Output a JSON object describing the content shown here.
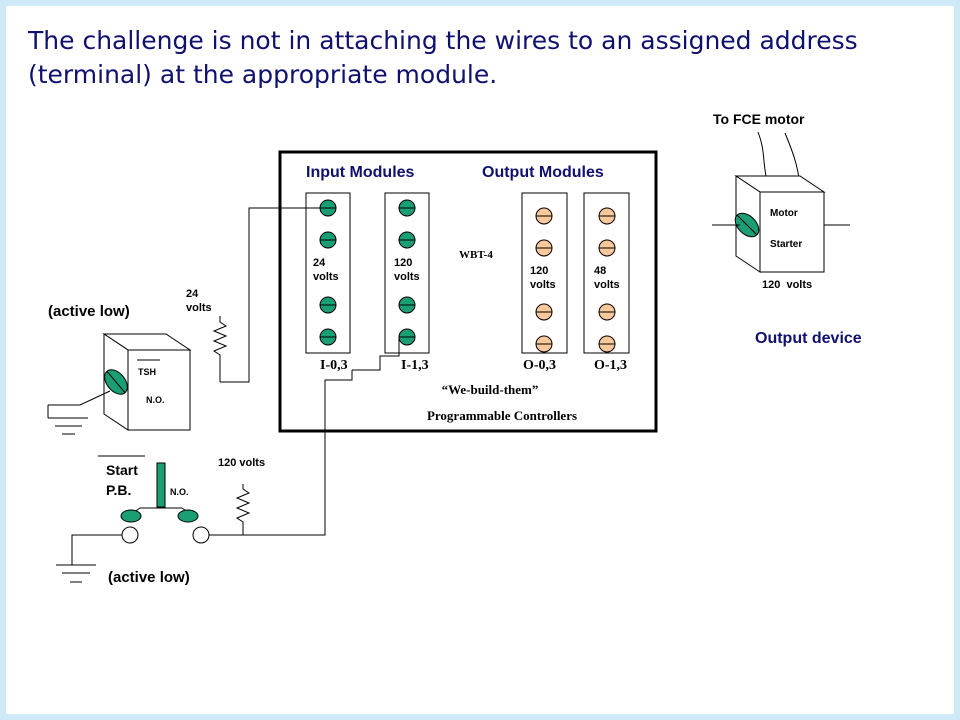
{
  "title": "The challenge is not in attaching the wires to an assigned address (terminal) at the appropriate module.",
  "plc": {
    "input_modules_label": "Input Modules",
    "output_modules_label": "Output Modules",
    "module_in_0": {
      "voltage": "24",
      "unit": "volts",
      "address": "I-0,3"
    },
    "module_in_1": {
      "voltage": "120",
      "unit": "volts",
      "address": "I-1,3"
    },
    "module_out_0": {
      "voltage": "120",
      "unit": "volts",
      "address": "O-0,3"
    },
    "module_out_1": {
      "voltage": "48",
      "unit": "volts",
      "address": "O-1,3"
    },
    "wbt_label": "WBT-4",
    "brand_line1": "“We-build-them”",
    "brand_line2": "Programmable Controllers"
  },
  "tsh": {
    "active_low": "(active low)",
    "supply_voltage": "24",
    "supply_unit": "volts",
    "name": "TSH",
    "contact": "N.O."
  },
  "start_pb": {
    "name_line1": "Start",
    "name_line2": "P.B.",
    "contact": "N.O.",
    "supply": "120 volts",
    "active_low": "(active low)"
  },
  "motor": {
    "to_label": "To FCE motor",
    "name_line1": "Motor",
    "name_line2": "Starter",
    "voltage": "120  volts",
    "device_label": "Output device"
  },
  "colors": {
    "title": "#10106e",
    "frame": "#cfe9f7",
    "input_terminal": "#1a9e74",
    "output_terminal": "#f7c99a"
  }
}
